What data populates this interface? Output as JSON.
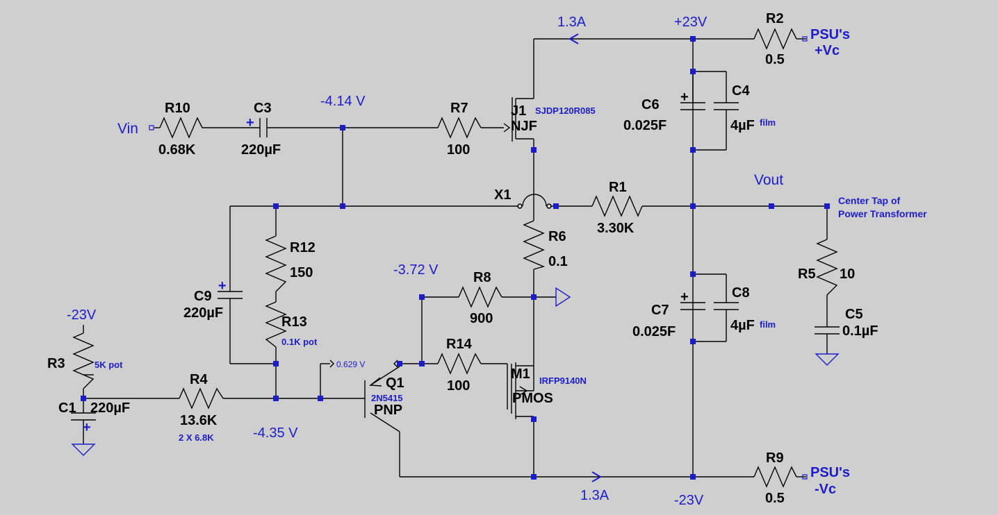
{
  "labels": {
    "vin": "Vin",
    "vout": "Vout",
    "psu_pos": [
      "PSU's",
      "+Vc"
    ],
    "psu_neg": [
      "PSU's",
      "-Vc"
    ],
    "center_tap": [
      "Center Tap of",
      "Power Transformer"
    ],
    "x1": "X1"
  },
  "voltages": {
    "pos23": "+23V",
    "neg23_bottom": "-23V",
    "neg23_left": "-23V",
    "gate": "-4.14 V",
    "base_node": "-3.72 V",
    "bias_node": "-4.35 V",
    "emitter": "0.629 V",
    "current_top": "1.3A",
    "current_bottom": "1.3A"
  },
  "components": {
    "r10": {
      "name": "R10",
      "value": "0.68K"
    },
    "c3": {
      "name": "C3",
      "value": "220µF"
    },
    "r7": {
      "name": "R7",
      "value": "100"
    },
    "j1": {
      "name": "J1",
      "type": "NJF",
      "part": "SJDP120R085"
    },
    "r2": {
      "name": "R2",
      "value": "0.5"
    },
    "c6": {
      "name": "C6",
      "value": "0.025F"
    },
    "c4": {
      "name": "C4",
      "value": "4µF",
      "note": "film"
    },
    "r1": {
      "name": "R1",
      "value": "3.30K"
    },
    "r6": {
      "name": "R6",
      "value": "0.1"
    },
    "r12": {
      "name": "R12",
      "value": "150"
    },
    "r13": {
      "name": "R13",
      "value": "0.1K pot"
    },
    "c9": {
      "name": "C9",
      "value": "220µF"
    },
    "r8": {
      "name": "R8",
      "value": "900"
    },
    "r14": {
      "name": "R14",
      "value": "100"
    },
    "q1": {
      "name": "Q1",
      "type": "PNP",
      "part": "2N5415"
    },
    "m1": {
      "name": "M1",
      "type": "PMOS",
      "part": "IRFP9140N"
    },
    "r3": {
      "name": "R3",
      "value": "5K pot"
    },
    "c1": {
      "name": "C1",
      "value": "220µF"
    },
    "r4": {
      "name": "R4",
      "value": "13.6K",
      "note": "2 X 6.8K"
    },
    "c7": {
      "name": "C7",
      "value": "0.025F"
    },
    "c8": {
      "name": "C8",
      "value": "4µF",
      "note": "film"
    },
    "r5": {
      "name": "R5",
      "value": "10"
    },
    "c5": {
      "name": "C5",
      "value": "0.1µF"
    },
    "r9": {
      "name": "R9",
      "value": "0.5"
    }
  }
}
